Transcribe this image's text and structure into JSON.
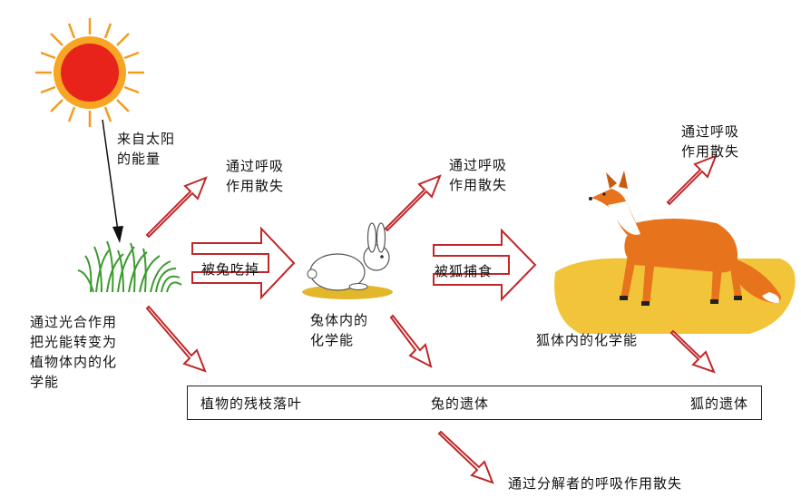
{
  "labels": {
    "sun_energy": "来自太阳\n的能量",
    "plant_respiration": "通过呼吸\n作用散失",
    "photosynthesis": "通过光合作用\n把光能转变为\n植物体内的化\n学能",
    "eaten_by_rabbit": "被兔吃掉",
    "rabbit_energy": "兔体内的\n化学能",
    "rabbit_respiration": "通过呼吸\n作用散失",
    "caught_by_fox": "被狐捕食",
    "fox_energy": "狐体内的化学能",
    "fox_respiration": "通过呼吸\n作用散失",
    "decomposer_respiration": "通过分解者的呼吸作用散失"
  },
  "litter_box": {
    "plant": "植物的残枝落叶",
    "rabbit": "兔的遗体",
    "fox": "狐的遗体"
  },
  "colors": {
    "arrow": "#c0282a",
    "sun_core": "#e8231b",
    "sun_ray": "#f39c1f",
    "ground": "#f2c43a",
    "grass": "#3c9a2e",
    "fox": "#e8731d"
  }
}
